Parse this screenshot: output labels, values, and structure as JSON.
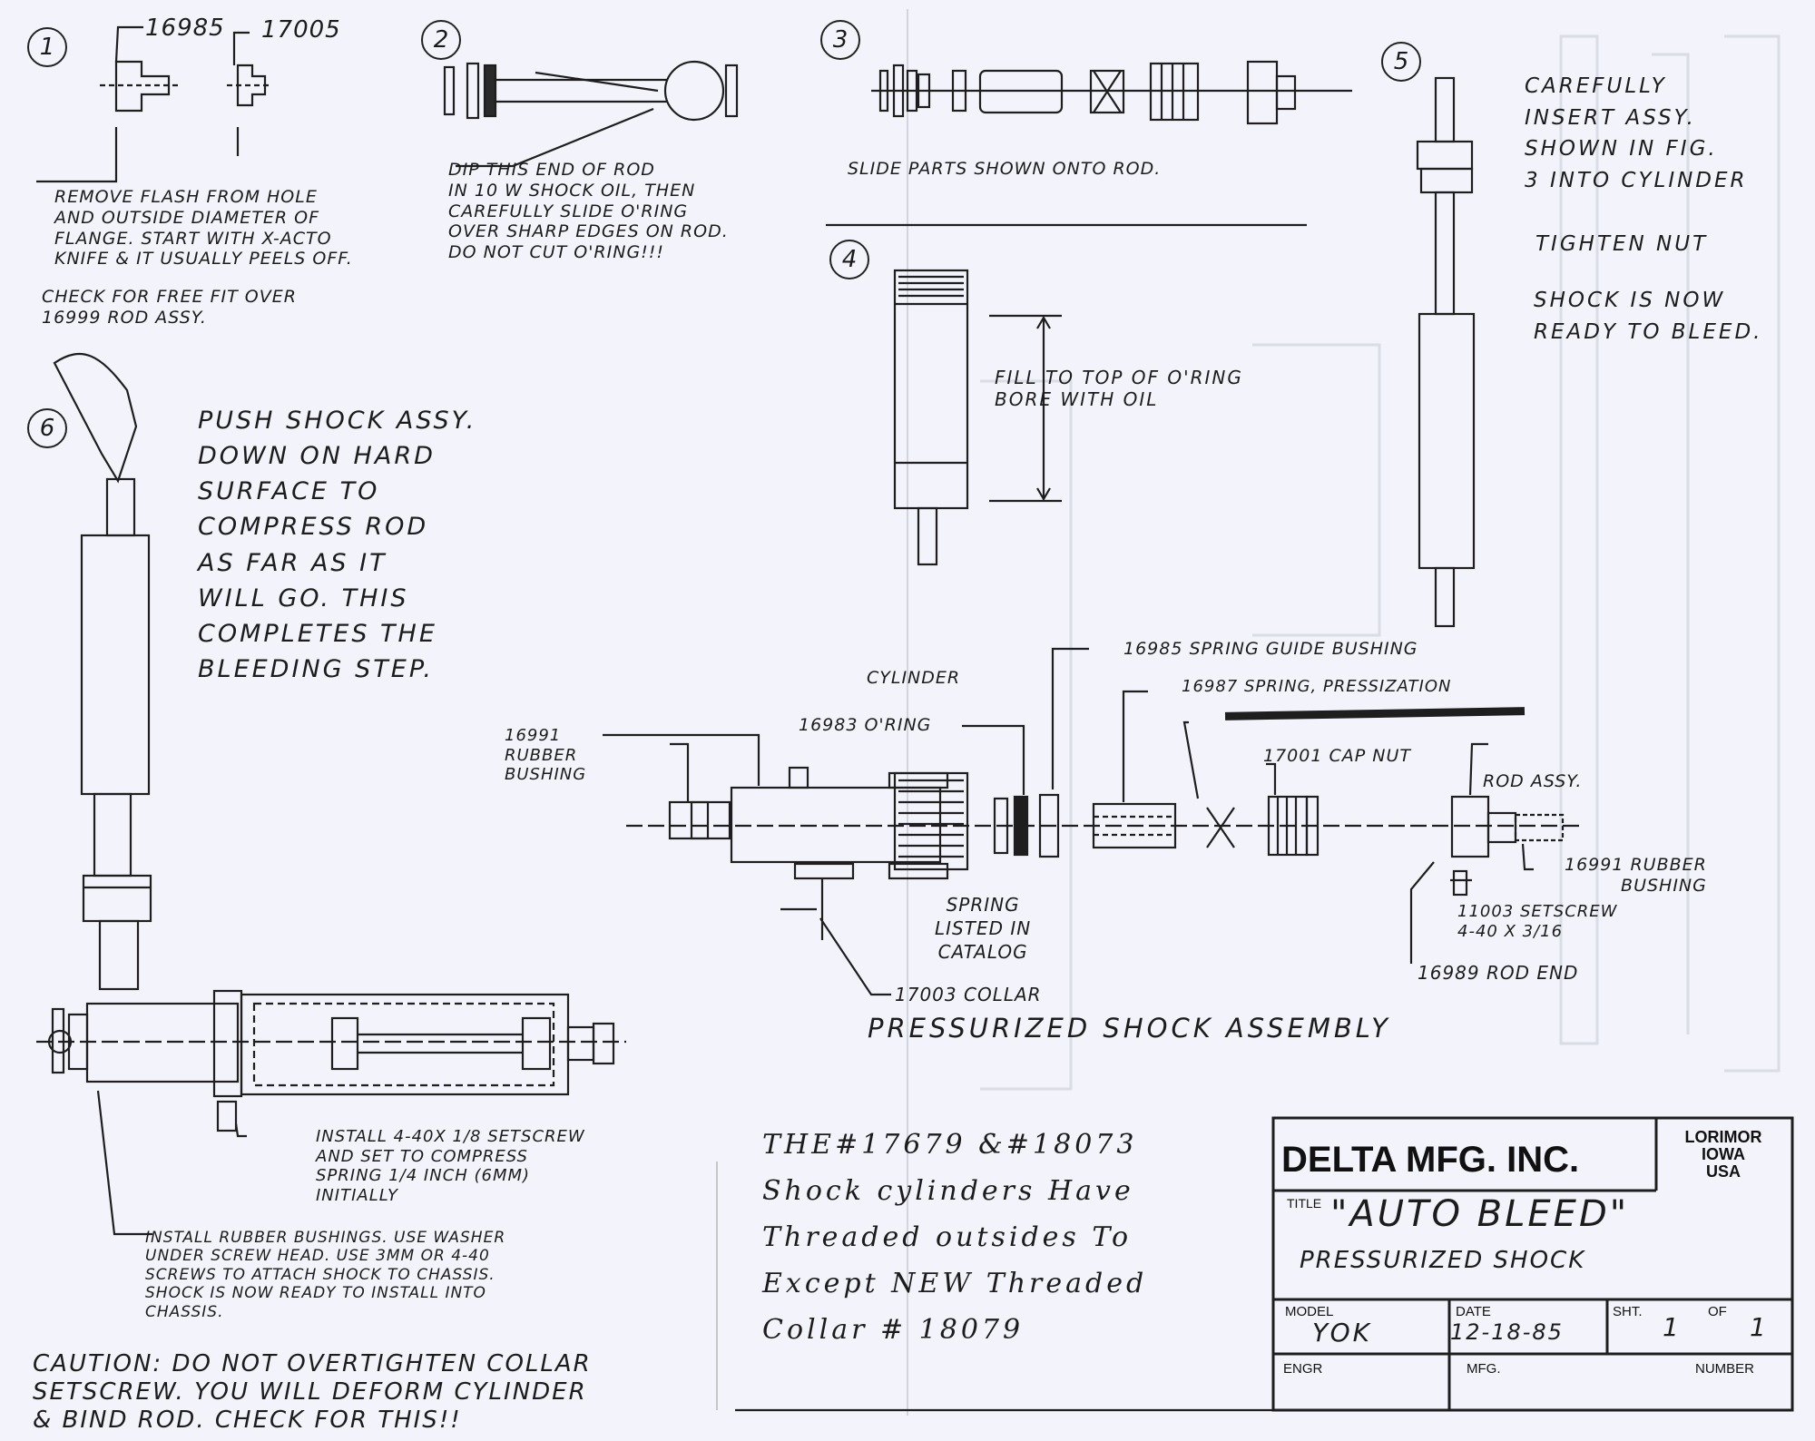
{
  "steps": [
    {
      "num": "1",
      "parts": [
        "16985",
        "17005"
      ],
      "text": "REMOVE FLASH FROM HOLE\nAND OUTSIDE DIAMETER OF\nFLANGE.  START WITH X-ACTO\nKNIFE & IT USUALLY PEELS OFF.",
      "text2": "CHECK FOR FREE FIT OVER\n16999  ROD ASSY."
    },
    {
      "num": "2",
      "text": "DIP THIS END OF ROD\nIN 10 W  SHOCK OIL, THEN\nCAREFULLY SLIDE O'RING\nOVER SHARP EDGES ON ROD.\nDO NOT CUT  O'RING!!!"
    },
    {
      "num": "3",
      "text": "SLIDE PARTS SHOWN ONTO ROD."
    },
    {
      "num": "4",
      "text": "FILL TO TOP OF O'RING\nBORE WITH OIL"
    },
    {
      "num": "5",
      "text": "CAREFULLY\nINSERT ASSY.\nSHOWN IN FIG.\n3 INTO CYLINDER",
      "text2": "TIGHTEN NUT",
      "text3": "SHOCK IS NOW\nREADY TO BLEED."
    },
    {
      "num": "6",
      "text": "PUSH SHOCK ASSY.\nDOWN ON HARD\nSURFACE TO\nCOMPRESS ROD\nAS FAR AS IT\nWILL GO.  THIS\nCOMPLETES THE\nBLEEDING STEP."
    }
  ],
  "assembly": {
    "title": "PRESSURIZED SHOCK ASSEMBLY",
    "labels": {
      "cylinder": "CYLINDER",
      "rubber_bushing_left": "16991\nRUBBER\nBUSHING",
      "oring": "16983 O'RING",
      "spring_guide": "16985 SPRING GUIDE BUSHING",
      "spring_press": "16987 SPRING, PRESSIZATION",
      "cap_nut": "17001 CAP NUT",
      "rod_assy": "ROD ASSY.",
      "rubber_bushing_right": "16991 RUBBER\nBUSHING",
      "setscrew": "11003 SETSCREW\n4-40 X 3/16",
      "rod_end": "16989  ROD END",
      "spring_catalog": "SPRING\nLISTED IN\nCATALOG",
      "collar": "17003 COLLAR"
    }
  },
  "install": {
    "setscrew_note": "INSTALL 4-40X 1/8 SETSCREW\nAND SET TO COMPRESS\nSPRING 1/4 INCH (6MM)\nINITIALLY",
    "bushing_note": "INSTALL RUBBER BUSHINGS. USE WASHER\nUNDER SCREW HEAD.  USE 3MM OR 4-40\nSCREWS TO ATTACH SHOCK TO CHASSIS.\nSHOCK IS NOW READY TO INSTALL INTO\nCHASSIS.",
    "caution": "CAUTION: DO NOT OVERTIGHTEN COLLAR\n SETSCREW.  YOU WILL DEFORM CYLINDER\n & BIND ROD.  CHECK FOR THIS!!"
  },
  "handwritten_note": "THE#17679  &#18073\nShock cylinders  Have\nThreaded outsides To\nExcept NEW Threaded\nCollar # 18079",
  "title_block": {
    "company": "DELTA MFG. INC.",
    "location": "LORIMOR\nIOWA\nUSA",
    "title_label": "TITLE",
    "title_main": "\"AUTO BLEED\"",
    "title_sub": "PRESSURIZED SHOCK",
    "model_label": "MODEL",
    "model": "YOK",
    "date_label": "DATE",
    "date": "12-18-85",
    "sht_label": "SHT.",
    "sht": "1",
    "of_label": "OF",
    "of": "1",
    "engr_label": "ENGR",
    "mfg_label": "MFG.",
    "number_label": "NUMBER"
  }
}
